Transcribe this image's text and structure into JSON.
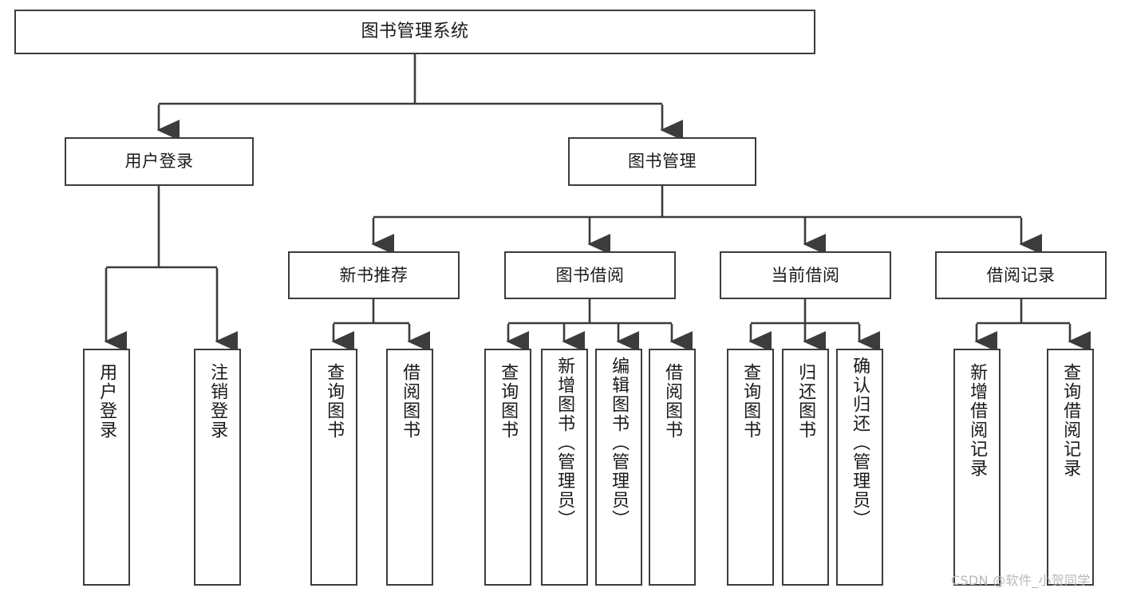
{
  "diagram": {
    "title": "图书管理系统",
    "type": "tree-hierarchy-chart",
    "orientation": "top-down",
    "colors": {
      "box_border": "#3c3c3c",
      "box_fill": "#ffffff",
      "text": "#1a1a1a",
      "connector": "#3c3c3c",
      "watermark": "#b8b8b8"
    }
  },
  "nodes": {
    "root": {
      "label": "图书管理系统"
    },
    "level1": [
      {
        "id": "user-login",
        "label": "用户登录"
      },
      {
        "id": "book-manage",
        "label": "图书管理"
      }
    ],
    "level2": [
      {
        "id": "new-book-recommend",
        "label": "新书推荐"
      },
      {
        "id": "book-borrow",
        "label": "图书借阅"
      },
      {
        "id": "current-borrow",
        "label": "当前借阅"
      },
      {
        "id": "borrow-record",
        "label": "借阅记录"
      }
    ],
    "leaves": {
      "user_login": [
        {
          "id": "leaf-user-login",
          "label": "用户登录"
        },
        {
          "id": "leaf-user-logout",
          "label": "注销登录"
        }
      ],
      "new_book_recommend": [
        {
          "id": "leaf-query-book-1",
          "label": "查询图书"
        },
        {
          "id": "leaf-borrow-book-1",
          "label": "借阅图书"
        }
      ],
      "book_borrow": [
        {
          "id": "leaf-query-book-2",
          "label": "查询图书"
        },
        {
          "id": "leaf-add-book",
          "label": "新增图书（管理员）"
        },
        {
          "id": "leaf-edit-book",
          "label": "编辑图书（管理员）"
        },
        {
          "id": "leaf-borrow-book-2",
          "label": "借阅图书"
        }
      ],
      "current_borrow": [
        {
          "id": "leaf-query-book-3",
          "label": "查询图书"
        },
        {
          "id": "leaf-return-book",
          "label": "归还图书"
        },
        {
          "id": "leaf-confirm-return",
          "label": "确认归还（管理员）"
        }
      ],
      "borrow_record": [
        {
          "id": "leaf-add-record",
          "label": "新增借阅记录"
        },
        {
          "id": "leaf-query-record",
          "label": "查询借阅记录"
        }
      ]
    }
  },
  "watermark": {
    "text": "CSDN @软件_小贺同学"
  }
}
